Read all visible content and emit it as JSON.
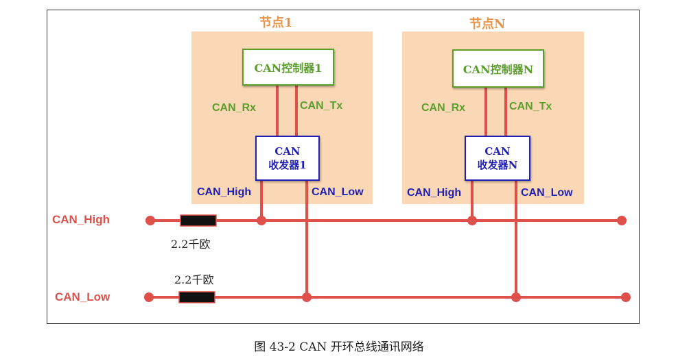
{
  "node1": {
    "title": "节点1",
    "controller": "CAN控制器1",
    "rx_label": "CAN_Rx",
    "tx_label": "CAN_Tx",
    "transceiver_line1": "CAN",
    "transceiver_line2": "收发器1",
    "high_label": "CAN_High",
    "low_label": "CAN_Low"
  },
  "nodeN": {
    "title": "节点N",
    "controller": "CAN控制器N",
    "rx_label": "CAN_Rx",
    "tx_label": "CAN_Tx",
    "transceiver_line1": "CAN",
    "transceiver_line2": "收发器N",
    "high_label": "CAN_High",
    "low_label": "CAN_Low"
  },
  "bus": {
    "high_label": "CAN_High",
    "low_label": "CAN_Low",
    "high_resistor": "2.2千欧",
    "low_resistor": "2.2千欧"
  },
  "caption": "图 43-2 CAN 开环总线通讯网络",
  "colors": {
    "bus_line": "#e0504a",
    "node_bg": "#fbd8b5",
    "controller": "#5a9e2b",
    "transceiver": "#1f1fb4",
    "resistor": "#111111"
  }
}
